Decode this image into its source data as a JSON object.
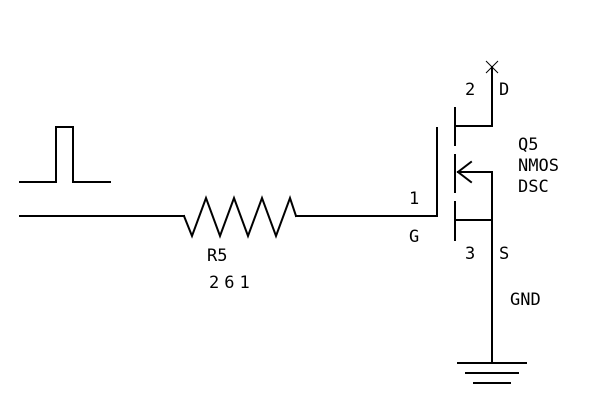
{
  "resistor": {
    "ref": "R5",
    "value": "261"
  },
  "mosfet": {
    "ref": "Q5",
    "type": "NMOS",
    "model": "DSC",
    "pins": [
      {
        "num": "1",
        "name": "G"
      },
      {
        "num": "2",
        "name": "D"
      },
      {
        "num": "3",
        "name": "S"
      }
    ]
  },
  "ground": {
    "label": "GND"
  },
  "colors": {
    "ink": "#000000",
    "background": "#ffffff"
  }
}
